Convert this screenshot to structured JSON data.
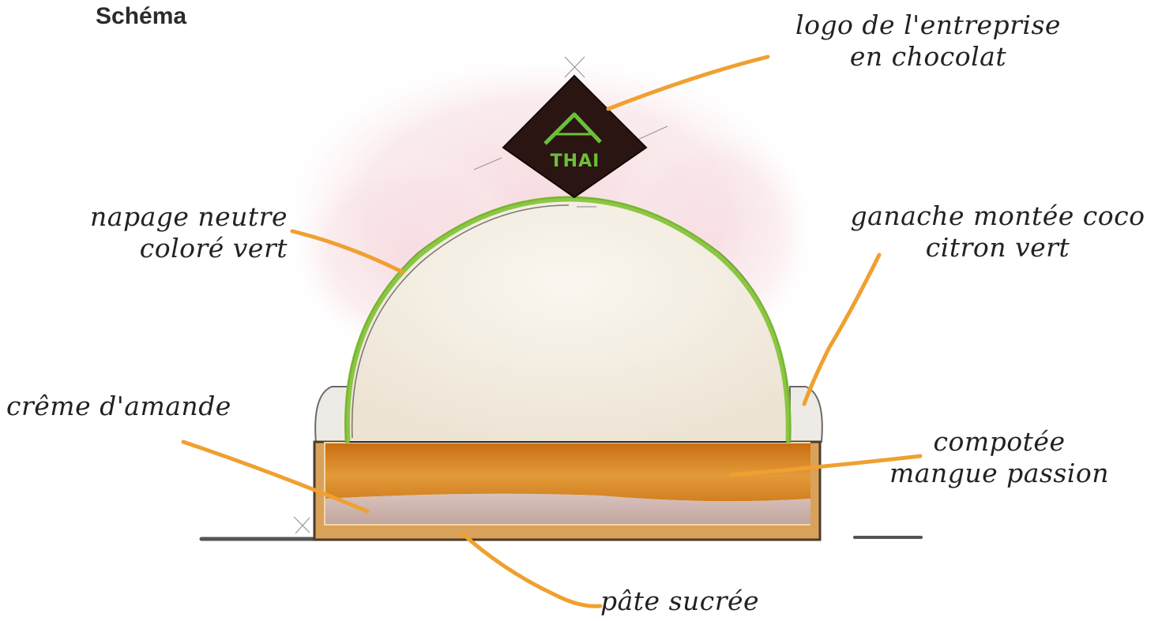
{
  "page": {
    "title": "Schéma"
  },
  "labels": {
    "logo": {
      "line1": "logo de l'entreprise",
      "line2": "en chocolat"
    },
    "napage": {
      "line1": "napage neutre",
      "line2": "coloré vert"
    },
    "ganache": {
      "line1": "ganache montée coco",
      "line2": "citron vert"
    },
    "creme": {
      "line1": "crême d'amande"
    },
    "compote": {
      "line1": "compotée",
      "line2": "mangue passion"
    },
    "pate": {
      "line1": "pâte sucrée"
    }
  },
  "logo": {
    "text": "THAI"
  },
  "colors": {
    "leader_line": "#f0a030",
    "dome": "#f4efe6",
    "dome_rim": "#7fc232",
    "compote_layer": "#d77f1c",
    "almond_layer": "#cdb4b0",
    "crust": "#d9a25a",
    "chocolate": "#2a1512",
    "logo_green": "#6cbf3a",
    "watercolor_pink": "#f6d9de"
  }
}
